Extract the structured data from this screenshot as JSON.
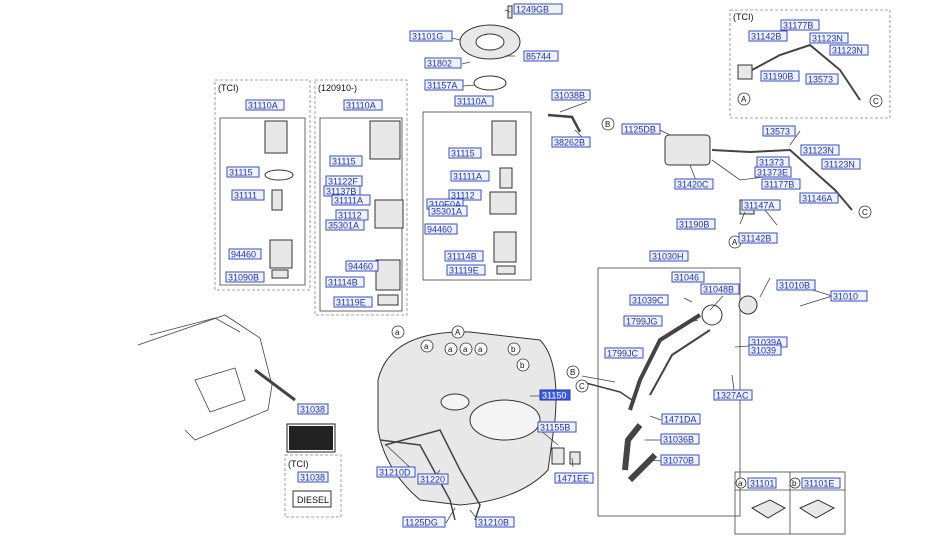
{
  "groups": {
    "tci_left": "(TCI)",
    "date_box": "(120910-)",
    "tci_top_right": "(TCI)",
    "tci_label_box": "(TCI)"
  },
  "labels": {
    "l1249GB": "1249GB",
    "l31101G": "31101G",
    "l85744": "85744",
    "l31802": "31802",
    "l31157A": "31157A",
    "l31110A_c": "31110A",
    "l31110A_l": "31110A",
    "l31110A_m": "31110A",
    "l31115_l": "31115",
    "l31111_l": "31111",
    "l94460_l": "94460",
    "l31090B": "31090B",
    "l31115_m": "31115",
    "l31122F": "31122F",
    "l31137B": "31137B",
    "l31111A_m": "31111A",
    "l31112_m": "31112",
    "l35301A_m": "35301A",
    "l94460_m": "94460",
    "l31114B_m": "31114B",
    "l31119E_m": "31119E",
    "l31115_c": "31115",
    "l31111A_c": "31111A",
    "l31112_c": "31112",
    "l310E0A": "310E0A",
    "l35301A_c": "35301A",
    "l94460_c": "94460",
    "l31114B_c": "31114B",
    "l31119E_c": "31119E",
    "l31038B": "31038B",
    "l38262B": "38262B",
    "l1125DB": "1125DB",
    "l31420C": "31420C",
    "l13573": "13573",
    "l31123N_a": "31123N",
    "l31123N_b": "31123N",
    "l31373": "31373",
    "l31373E": "31373E",
    "l31177B": "31177B",
    "l31146A": "31146A",
    "l31147A": "31147A",
    "l31190B": "31190B",
    "l31142B": "31142B",
    "tr31177B": "31177B",
    "tr31142B": "31142B",
    "tr31123N_a": "31123N",
    "tr31123N_b": "31123N",
    "tr31190B": "31190B",
    "tr13573": "13573",
    "l31030H": "31030H",
    "l31046": "31046",
    "l31039C": "31039C",
    "l31048B": "31048B",
    "l31010B": "31010B",
    "l31010": "31010",
    "l1799JG": "1799JG",
    "l31039A": "31039A",
    "l31039": "31039",
    "l1799JC": "1799JC",
    "l1327AC": "1327AC",
    "l1471DA": "1471DA",
    "l31036B": "31036B",
    "l31070B": "31070B",
    "l31150": "31150",
    "l31155B": "31155B",
    "l1471EE": "1471EE",
    "l31210D": "31210D",
    "l31220": "31220",
    "l1125DG": "1125DG",
    "l31210B": "31210B",
    "l31038": "31038",
    "l31038_tci": "31038",
    "legend_a": "31101",
    "legend_b": "31101E"
  },
  "markers": {
    "a": "a",
    "b": "b",
    "A": "A",
    "B": "B",
    "C": "C"
  },
  "diesel": "DIESEL",
  "selected_part": "31150"
}
